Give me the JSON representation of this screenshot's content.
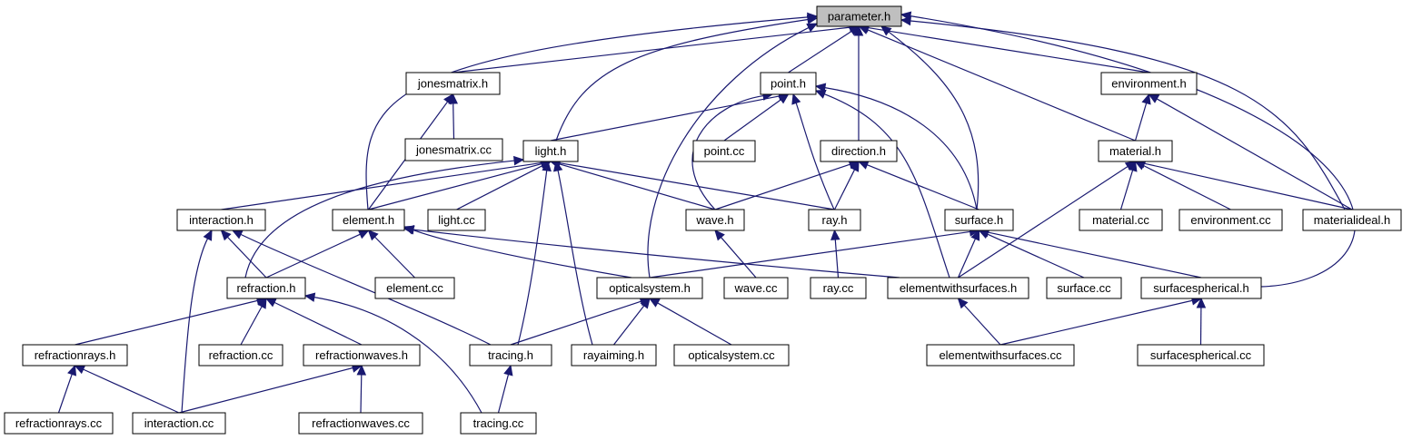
{
  "graph": {
    "nodes": [
      {
        "id": "parameter_h",
        "label": "parameter.h",
        "root": true
      },
      {
        "id": "jonesmatrix_h",
        "label": "jonesmatrix.h"
      },
      {
        "id": "point_h",
        "label": "point.h"
      },
      {
        "id": "environment_h",
        "label": "environment.h"
      },
      {
        "id": "jonesmatrix_cc",
        "label": "jonesmatrix.cc"
      },
      {
        "id": "light_h",
        "label": "light.h"
      },
      {
        "id": "point_cc",
        "label": "point.cc"
      },
      {
        "id": "direction_h",
        "label": "direction.h"
      },
      {
        "id": "material_h",
        "label": "material.h"
      },
      {
        "id": "interaction_h",
        "label": "interaction.h"
      },
      {
        "id": "element_h",
        "label": "element.h"
      },
      {
        "id": "light_cc",
        "label": "light.cc"
      },
      {
        "id": "wave_h",
        "label": "wave.h"
      },
      {
        "id": "ray_h",
        "label": "ray.h"
      },
      {
        "id": "surface_h",
        "label": "surface.h"
      },
      {
        "id": "material_cc",
        "label": "material.cc"
      },
      {
        "id": "environment_cc",
        "label": "environment.cc"
      },
      {
        "id": "materialideal_h",
        "label": "materialideal.h"
      },
      {
        "id": "refraction_h",
        "label": "refraction.h"
      },
      {
        "id": "element_cc",
        "label": "element.cc"
      },
      {
        "id": "opticalsystem_h",
        "label": "opticalsystem.h"
      },
      {
        "id": "wave_cc",
        "label": "wave.cc"
      },
      {
        "id": "ray_cc",
        "label": "ray.cc"
      },
      {
        "id": "elementwithsurfaces_h",
        "label": "elementwithsurfaces.h"
      },
      {
        "id": "surface_cc",
        "label": "surface.cc"
      },
      {
        "id": "surfacespherical_h",
        "label": "surfacespherical.h"
      },
      {
        "id": "refractionrays_h",
        "label": "refractionrays.h"
      },
      {
        "id": "refraction_cc",
        "label": "refraction.cc"
      },
      {
        "id": "refractionwaves_h",
        "label": "refractionwaves.h"
      },
      {
        "id": "tracing_h",
        "label": "tracing.h"
      },
      {
        "id": "rayaiming_h",
        "label": "rayaiming.h"
      },
      {
        "id": "opticalsystem_cc",
        "label": "opticalsystem.cc"
      },
      {
        "id": "elementwithsurfaces_cc",
        "label": "elementwithsurfaces.cc"
      },
      {
        "id": "surfacespherical_cc",
        "label": "surfacespherical.cc"
      },
      {
        "id": "refractionrays_cc",
        "label": "refractionrays.cc"
      },
      {
        "id": "interaction_cc",
        "label": "interaction.cc"
      },
      {
        "id": "refractionwaves_cc",
        "label": "refractionwaves.cc"
      },
      {
        "id": "tracing_cc",
        "label": "tracing.cc"
      }
    ],
    "edges": [
      [
        "jonesmatrix_h",
        "parameter_h"
      ],
      [
        "point_h",
        "parameter_h"
      ],
      [
        "environment_h",
        "parameter_h"
      ],
      [
        "light_h",
        "parameter_h"
      ],
      [
        "direction_h",
        "parameter_h"
      ],
      [
        "material_h",
        "parameter_h"
      ],
      [
        "element_h",
        "parameter_h"
      ],
      [
        "surface_h",
        "parameter_h"
      ],
      [
        "materialideal_h",
        "parameter_h"
      ],
      [
        "opticalsystem_h",
        "parameter_h"
      ],
      [
        "surfacespherical_h",
        "parameter_h"
      ],
      [
        "jonesmatrix_cc",
        "jonesmatrix_h"
      ],
      [
        "element_h",
        "jonesmatrix_h"
      ],
      [
        "light_h",
        "point_h"
      ],
      [
        "point_cc",
        "point_h"
      ],
      [
        "wave_h",
        "point_h"
      ],
      [
        "ray_h",
        "point_h"
      ],
      [
        "surface_h",
        "point_h"
      ],
      [
        "elementwithsurfaces_h",
        "point_h"
      ],
      [
        "material_h",
        "environment_h"
      ],
      [
        "materialideal_h",
        "environment_h"
      ],
      [
        "interaction_h",
        "light_h"
      ],
      [
        "element_h",
        "light_h"
      ],
      [
        "light_cc",
        "light_h"
      ],
      [
        "wave_h",
        "light_h"
      ],
      [
        "ray_h",
        "light_h"
      ],
      [
        "refraction_h",
        "light_h"
      ],
      [
        "tracing_h",
        "light_h"
      ],
      [
        "rayaiming_h",
        "light_h"
      ],
      [
        "wave_h",
        "direction_h"
      ],
      [
        "ray_h",
        "direction_h"
      ],
      [
        "surface_h",
        "direction_h"
      ],
      [
        "material_cc",
        "material_h"
      ],
      [
        "environment_cc",
        "material_h"
      ],
      [
        "materialideal_h",
        "material_h"
      ],
      [
        "elementwithsurfaces_h",
        "material_h"
      ],
      [
        "refraction_h",
        "interaction_h"
      ],
      [
        "interaction_cc",
        "interaction_h"
      ],
      [
        "tracing_h",
        "interaction_h"
      ],
      [
        "refraction_h",
        "element_h"
      ],
      [
        "element_cc",
        "element_h"
      ],
      [
        "opticalsystem_h",
        "element_h"
      ],
      [
        "elementwithsurfaces_h",
        "element_h"
      ],
      [
        "wave_cc",
        "wave_h"
      ],
      [
        "ray_cc",
        "ray_h"
      ],
      [
        "opticalsystem_h",
        "surface_h"
      ],
      [
        "elementwithsurfaces_h",
        "surface_h"
      ],
      [
        "surface_cc",
        "surface_h"
      ],
      [
        "surfacespherical_h",
        "surface_h"
      ],
      [
        "refractionrays_h",
        "refraction_h"
      ],
      [
        "refraction_cc",
        "refraction_h"
      ],
      [
        "refractionwaves_h",
        "refraction_h"
      ],
      [
        "tracing_cc",
        "refraction_h"
      ],
      [
        "tracing_h",
        "opticalsystem_h"
      ],
      [
        "rayaiming_h",
        "opticalsystem_h"
      ],
      [
        "opticalsystem_cc",
        "opticalsystem_h"
      ],
      [
        "elementwithsurfaces_cc",
        "elementwithsurfaces_h"
      ],
      [
        "elementwithsurfaces_cc",
        "surfacespherical_h"
      ],
      [
        "surfacespherical_cc",
        "surfacespherical_h"
      ],
      [
        "refractionrays_cc",
        "refractionrays_h"
      ],
      [
        "interaction_cc",
        "refractionrays_h"
      ],
      [
        "interaction_cc",
        "refractionwaves_h"
      ],
      [
        "refractionwaves_cc",
        "refractionwaves_h"
      ],
      [
        "tracing_cc",
        "tracing_h"
      ]
    ]
  },
  "colors": {
    "edge": "#191970",
    "root_fill": "#bfbfbf",
    "node_fill": "#ffffff",
    "node_border": "#000000"
  }
}
